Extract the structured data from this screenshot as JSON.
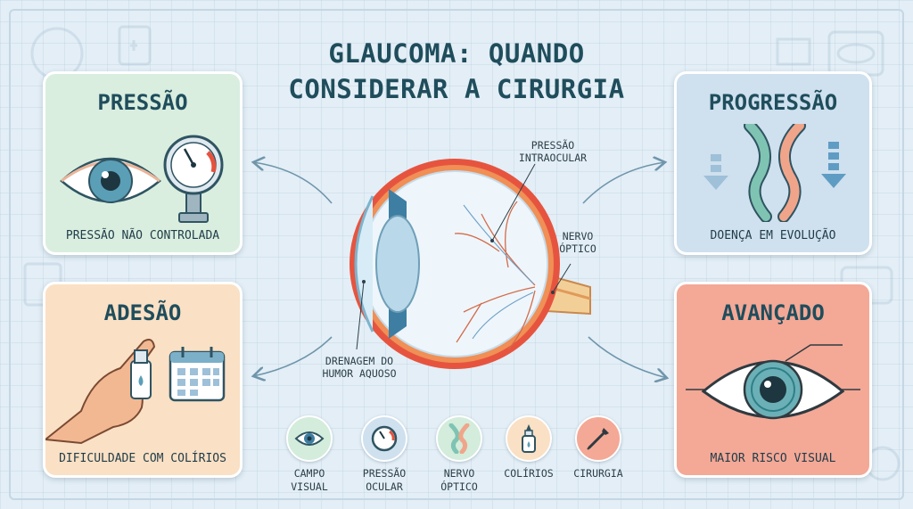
{
  "title": {
    "line1": "GLAUCOMA: QUANDO",
    "line2": "CONSIDERAR A CIRURGIA"
  },
  "cards": {
    "pressao": {
      "heading": "PRESSÃO",
      "caption": "PRESSÃO NÃO CONTROLADA",
      "icons": [
        "eye-icon",
        "pressure-gauge-icon"
      ]
    },
    "progressao": {
      "heading": "PROGRESSÃO",
      "caption": "DOENÇA EM EVOLUÇÃO",
      "icons": [
        "down-arrow-icon",
        "optic-nerve-icon"
      ]
    },
    "adesao": {
      "heading": "ADESÃO",
      "caption": "DIFICULDADE COM COLÍRIOS",
      "icons": [
        "hand-with-eyedrop-icon",
        "calendar-icon"
      ]
    },
    "avancado": {
      "heading": "AVANÇADO",
      "caption": "MAIOR RISCO VISUAL",
      "icons": [
        "eye-icon"
      ]
    }
  },
  "diagram": {
    "labels": {
      "pressao_intraocular": {
        "line1": "PRESSÃO",
        "line2": "INTRAOCULAR"
      },
      "nervo_optico": {
        "line1": "NERVO",
        "line2": "ÓPTICO"
      },
      "drenagem": {
        "line1": "DRENAGEM DO",
        "line2": "HUMOR AQUOSO"
      }
    }
  },
  "legend": [
    {
      "label": "CAMPO\nVISUAL",
      "icon": "eye-icon",
      "color": "#d3ecdc"
    },
    {
      "label": "PRESSÃO\nOCULAR",
      "icon": "pressure-gauge-icon",
      "color": "#cfe0ee"
    },
    {
      "label": "NERVO\nÓPTICO",
      "icon": "optic-nerve-icon",
      "color": "#d3ecdc"
    },
    {
      "label": "COLÍRIOS",
      "icon": "eyedrop-bottle-icon",
      "color": "#fae0c4"
    },
    {
      "label": "CIRURGIA",
      "icon": "surgical-instrument-icon",
      "color": "#f4a896"
    }
  ],
  "colors": {
    "background": "#e3eef6",
    "title": "#1f4d5c",
    "pressao_card": "#d9eedf",
    "progressao_card": "#cfe0ee",
    "adesao_card": "#fae0c4",
    "avancado_card": "#f4a896"
  }
}
